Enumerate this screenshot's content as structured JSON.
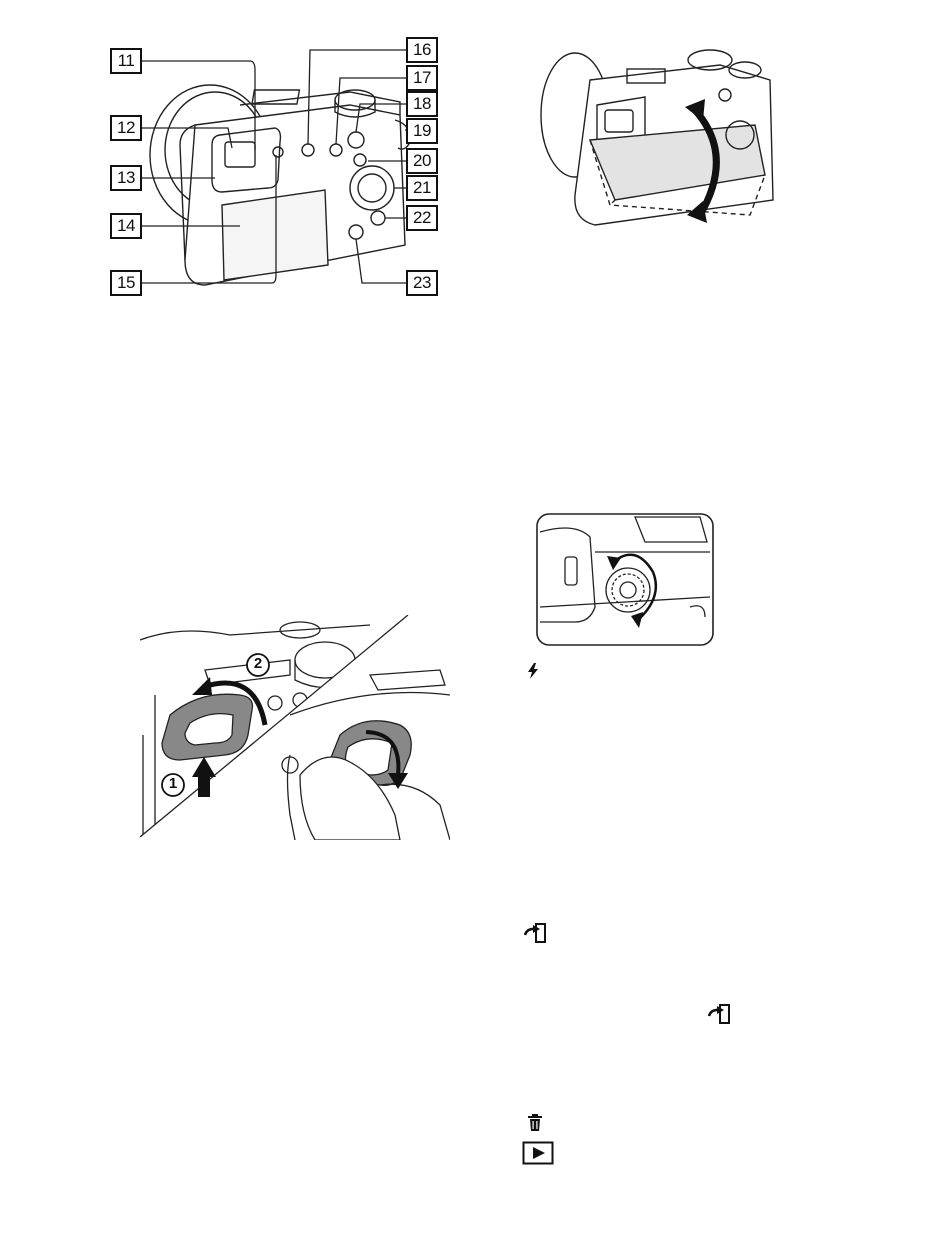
{
  "callouts": {
    "c11": "11",
    "c12": "12",
    "c13": "13",
    "c14": "14",
    "c15": "15",
    "c16": "16",
    "c17": "17",
    "c18": "18",
    "c19": "19",
    "c20": "20",
    "c21": "21",
    "c22": "22",
    "c23": "23"
  },
  "eyecup_steps": {
    "step1": "1",
    "step2": "2"
  },
  "icons": {
    "flash": "flash-icon",
    "send_to_smartphone_1": "send-to-smartphone-icon",
    "send_to_smartphone_2": "send-to-smartphone-icon",
    "delete": "trash-icon",
    "playback": "playback-icon"
  }
}
